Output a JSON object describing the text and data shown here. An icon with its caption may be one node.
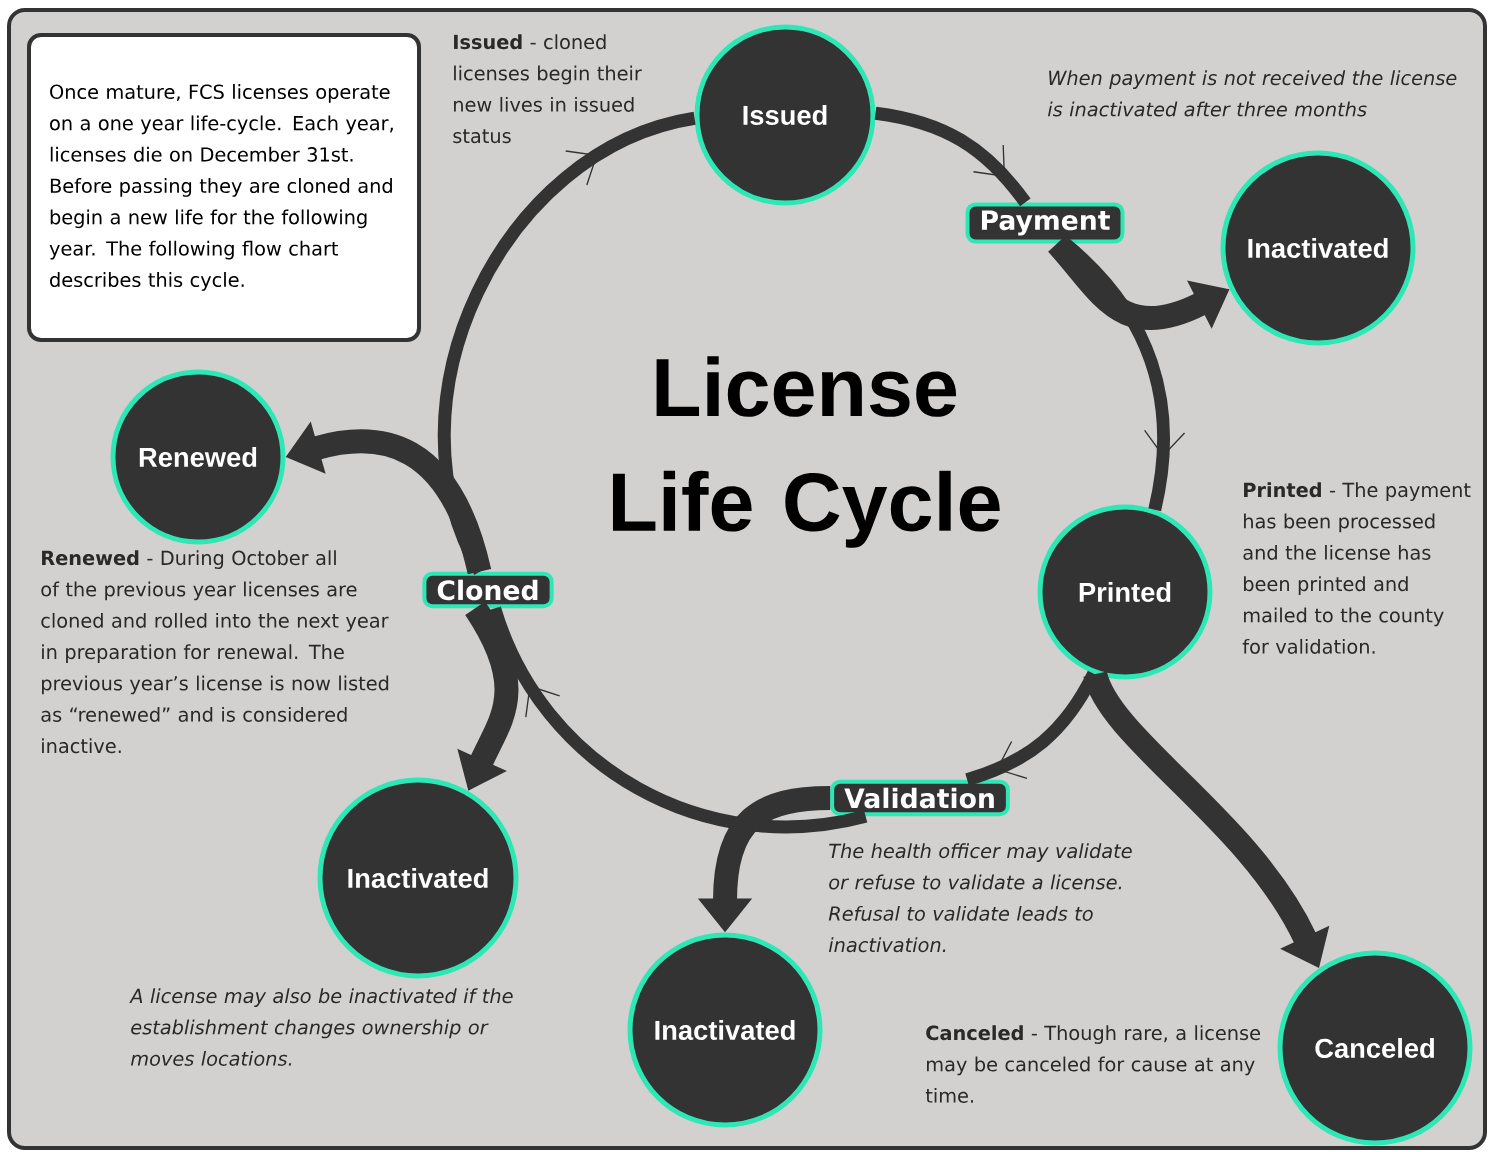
{
  "diagram": {
    "title": "License Life Cycle",
    "nodes": [
      {
        "text": [
          "Once mature, FCS licenses operate on a one year life-cycle. Each year, licenses die on December 31st. Before passing they are cloned and begin a new life for the following year. The following flow chart describes this cycle."
        ]
      },
      {
        "text": [
          "Issued"
        ],
        "beside": [
          "**Issued** - cloned licenses begin their new lives in issued status"
        ]
      },
      {
        "text": [
          "Payment"
        ]
      },
      {
        "text": [
          "Inactivated"
        ],
        "beside": [
          "When payment is not received the license is inactivated after three months"
        ]
      },
      {
        "text": [
          "Renewed"
        ],
        "beside": [
          "**Renewed** - During October all of the previous year licenses are cloned and rolled into the next year in preparation for renewal. The previous year’s license is now listed as “renewed” and is considered inactive."
        ]
      },
      {
        "text": [
          "Cloned"
        ]
      },
      {
        "text": [
          "Printed"
        ],
        "beside": [
          "**Printed** - The payment has been processed and the license has been printed and mailed to the county for validation."
        ]
      },
      {
        "text": [
          "Validation"
        ]
      },
      {
        "text": [
          "Inactivated"
        ],
        "beside": [
          "A license may also be inactivated if the establishment changes ownership or moves locations."
        ]
      },
      {
        "text": [
          "Inactivated"
        ]
      },
      {
        "text": [
          "Canceled"
        ],
        "beside": [
          "**Canceled** - Though rare, a license may be canceled for cause at any time."
        ]
      }
    ],
    "edges": [
      {
        "from": 1,
        "to": 2,
        "arrow": "to"
      },
      {
        "from": 2,
        "to": 6,
        "arrow": "to"
      },
      {
        "from": 6,
        "to": 7,
        "arrow": "to"
      },
      {
        "from": 7,
        "to": 5,
        "arrow": "to"
      },
      {
        "from": 5,
        "to": 1,
        "arrow": "to"
      },
      {
        "from": 2,
        "to": 3,
        "arrow": "to",
        "style": "thick"
      },
      {
        "from": 6,
        "to": 10,
        "arrow": "to",
        "style": "thick"
      },
      {
        "from": 7,
        "to": 9,
        "arrow": "to",
        "style": "thick"
      },
      {
        "from": 5,
        "to": 8,
        "arrow": "to",
        "style": "thick"
      },
      {
        "from": 5,
        "to": 4,
        "arrow": "to",
        "style": "thick"
      }
    ],
    "labels": [
      "The health officer may validate or refuse to validate a license. Refusal to validate leads to inactivation."
    ]
  }
}
